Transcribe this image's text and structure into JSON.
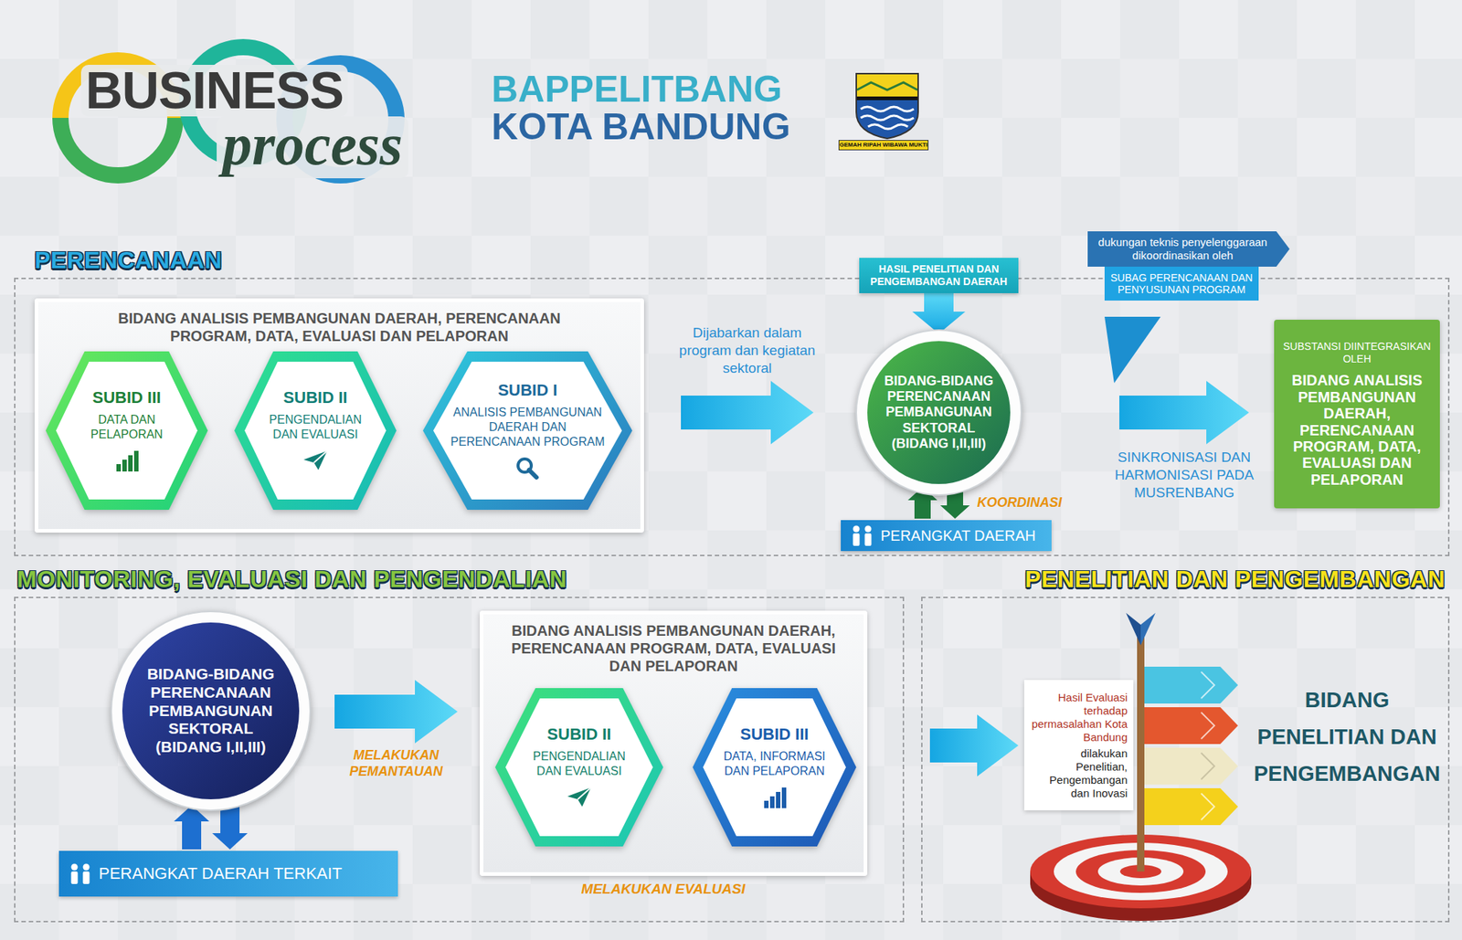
{
  "diagram": {
    "title": "BAPPELITBANG KOTA BANDUNG",
    "nodes": [
      {
        "text": [
          "PERENCANAAN"
        ]
      },
      {
        "text": [
          "BIDANG ANALISIS PEMBANGUNAN DAERAH, PERENCANAAN PROGRAM, DATA, EVALUASI DAN PELAPORAN"
        ],
        "in": 0
      },
      {
        "text": [
          "SUBID III",
          "DATA DAN PELAPORAN"
        ],
        "in": 1
      },
      {
        "text": [
          "SUBID II",
          "PENGENDALIAN DAN EVALUASI"
        ],
        "in": 1
      },
      {
        "text": [
          "SUBID I",
          "ANALISIS PEMBANGUNAN DAERAH DAN PERENCANAAN PROGRAM"
        ],
        "in": 1
      },
      {
        "text": [
          "HASIL PENELITIAN DAN PENGEMBANGAN DAERAH"
        ],
        "in": 0
      },
      {
        "text": [
          "BIDANG-BIDANG PERENCANAAN PEMBANGUNAN SEKTORAL (BIDANG I,II,III)"
        ],
        "in": 0
      },
      {
        "text": [
          "PERANGKAT DAERAH"
        ],
        "in": 0
      },
      {
        "text": [
          "dukungan teknis penyelenggaraan dikoordinasikan oleh",
          "SUBAG PERENCANAAN DAN PENYUSUNAN PROGRAM"
        ],
        "in": 0
      },
      {
        "text": [
          "SUBSTANSI DIINTEGRASIKAN OLEH",
          "BIDANG ANALISIS PEMBANGUNAN DAERAH, PERENCANAAN PROGRAM, DATA, EVALUASI DAN PELAPORAN"
        ],
        "in": 0
      },
      {
        "text": [
          "MONITORING, EVALUASI DAN PENGENDALIAN"
        ]
      },
      {
        "text": [
          "BIDANG-BIDANG PERENCANAAN PEMBANGUNAN SEKTORAL (BIDANG I,II,III)"
        ],
        "in": 10
      },
      {
        "text": [
          "PERANGKAT DAERAH TERKAIT"
        ],
        "in": 10
      },
      {
        "text": [
          "BIDANG ANALISIS PEMBANGUNAN DAERAH, PERENCANAAN PROGRAM, DATA, EVALUASI DAN PELAPORAN"
        ],
        "in": 10
      },
      {
        "text": [
          "SUBID II",
          "PENGENDALIAN DAN EVALUASI"
        ],
        "in": 13
      },
      {
        "text": [
          "SUBID III",
          "DATA, INFORMASI DAN PELAPORAN"
        ],
        "in": 13
      },
      {
        "text": [
          "PENELITIAN DAN PENGEMBANGAN"
        ]
      },
      {
        "text": [
          "Hasil Evaluasi terhadap permasalahan Kota Bandung",
          "dilakukan Penelitian, Pengembangan dan Inovasi"
        ],
        "in": 16
      }
    ],
    "edges": [
      {
        "from": 2,
        "to": 3,
        "arrow": "to"
      },
      {
        "from": 3,
        "to": 4,
        "arrow": "to"
      },
      {
        "from": 1,
        "to": 6,
        "label": "Dijabarkan dalam program dan kegiatan sektoral",
        "arrow": "to"
      },
      {
        "from": 5,
        "to": 6,
        "arrow": "to"
      },
      {
        "from": 6,
        "to": 7,
        "label": "KOORDINASI",
        "arrow": "both"
      },
      {
        "from": 6,
        "to": 9,
        "label": "SINKRONISASI DAN HARMONISASI PADA MUSRENBANG",
        "arrow": "to"
      },
      {
        "from": 11,
        "to": 12,
        "arrow": "both"
      },
      {
        "from": 11,
        "to": 13,
        "label": "MELAKUKAN PEMANTAUAN",
        "arrow": "to"
      },
      {
        "from": 14,
        "to": 15,
        "arrow": "to"
      }
    ],
    "labels": [
      "BUSINESS",
      "process",
      "GEMAH RIPAH WIBAWA MUKTI",
      "MELAKUKAN EVALUASI",
      "BIDANG PENELITIAN DAN PENGEMBANGAN"
    ]
  }
}
